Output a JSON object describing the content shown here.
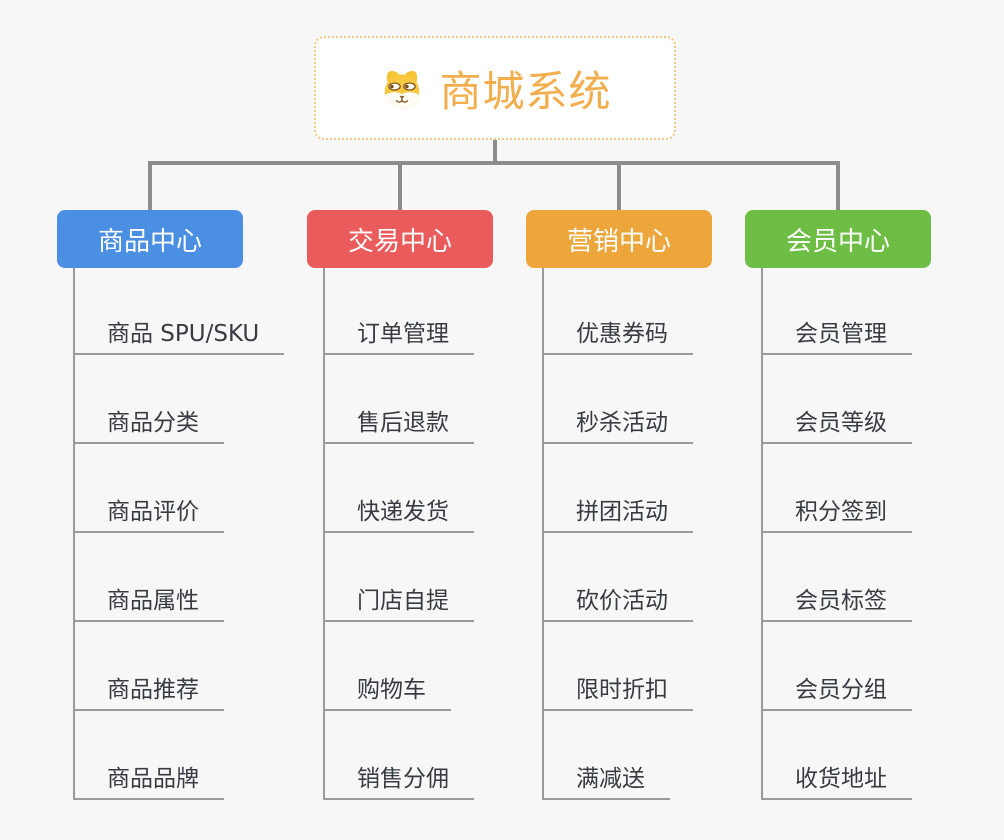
{
  "root": {
    "title": "商城系统",
    "icon": "doge-icon"
  },
  "branches": [
    {
      "id": "product-center",
      "label": "商品中心",
      "color": "#4a8fe2",
      "items": [
        "商品 SPU/SKU",
        "商品分类",
        "商品评价",
        "商品属性",
        "商品推荐",
        "商品品牌"
      ]
    },
    {
      "id": "trade-center",
      "label": "交易中心",
      "color": "#ea5b5b",
      "items": [
        "订单管理",
        "售后退款",
        "快递发货",
        "门店自提",
        "购物车",
        "销售分佣"
      ]
    },
    {
      "id": "marketing-center",
      "label": "营销中心",
      "color": "#eca63b",
      "items": [
        "优惠券码",
        "秒杀活动",
        "拼团活动",
        "砍价活动",
        "限时折扣",
        "满减送"
      ]
    },
    {
      "id": "member-center",
      "label": "会员中心",
      "color": "#6ebe45",
      "items": [
        "会员管理",
        "会员等级",
        "积分签到",
        "会员标签",
        "会员分组",
        "收货地址"
      ]
    }
  ],
  "colors": {
    "background": "#f7f7f7",
    "root_text": "#f2ae4d",
    "root_border": "#f1c684",
    "connector": "#8c8c8c",
    "item_line": "#9a9a9a",
    "item_text": "#383c42",
    "branch_blue": "#4a8fe2",
    "branch_red": "#ea5b5b",
    "branch_orange": "#eca63b",
    "branch_green": "#6ebe45"
  }
}
